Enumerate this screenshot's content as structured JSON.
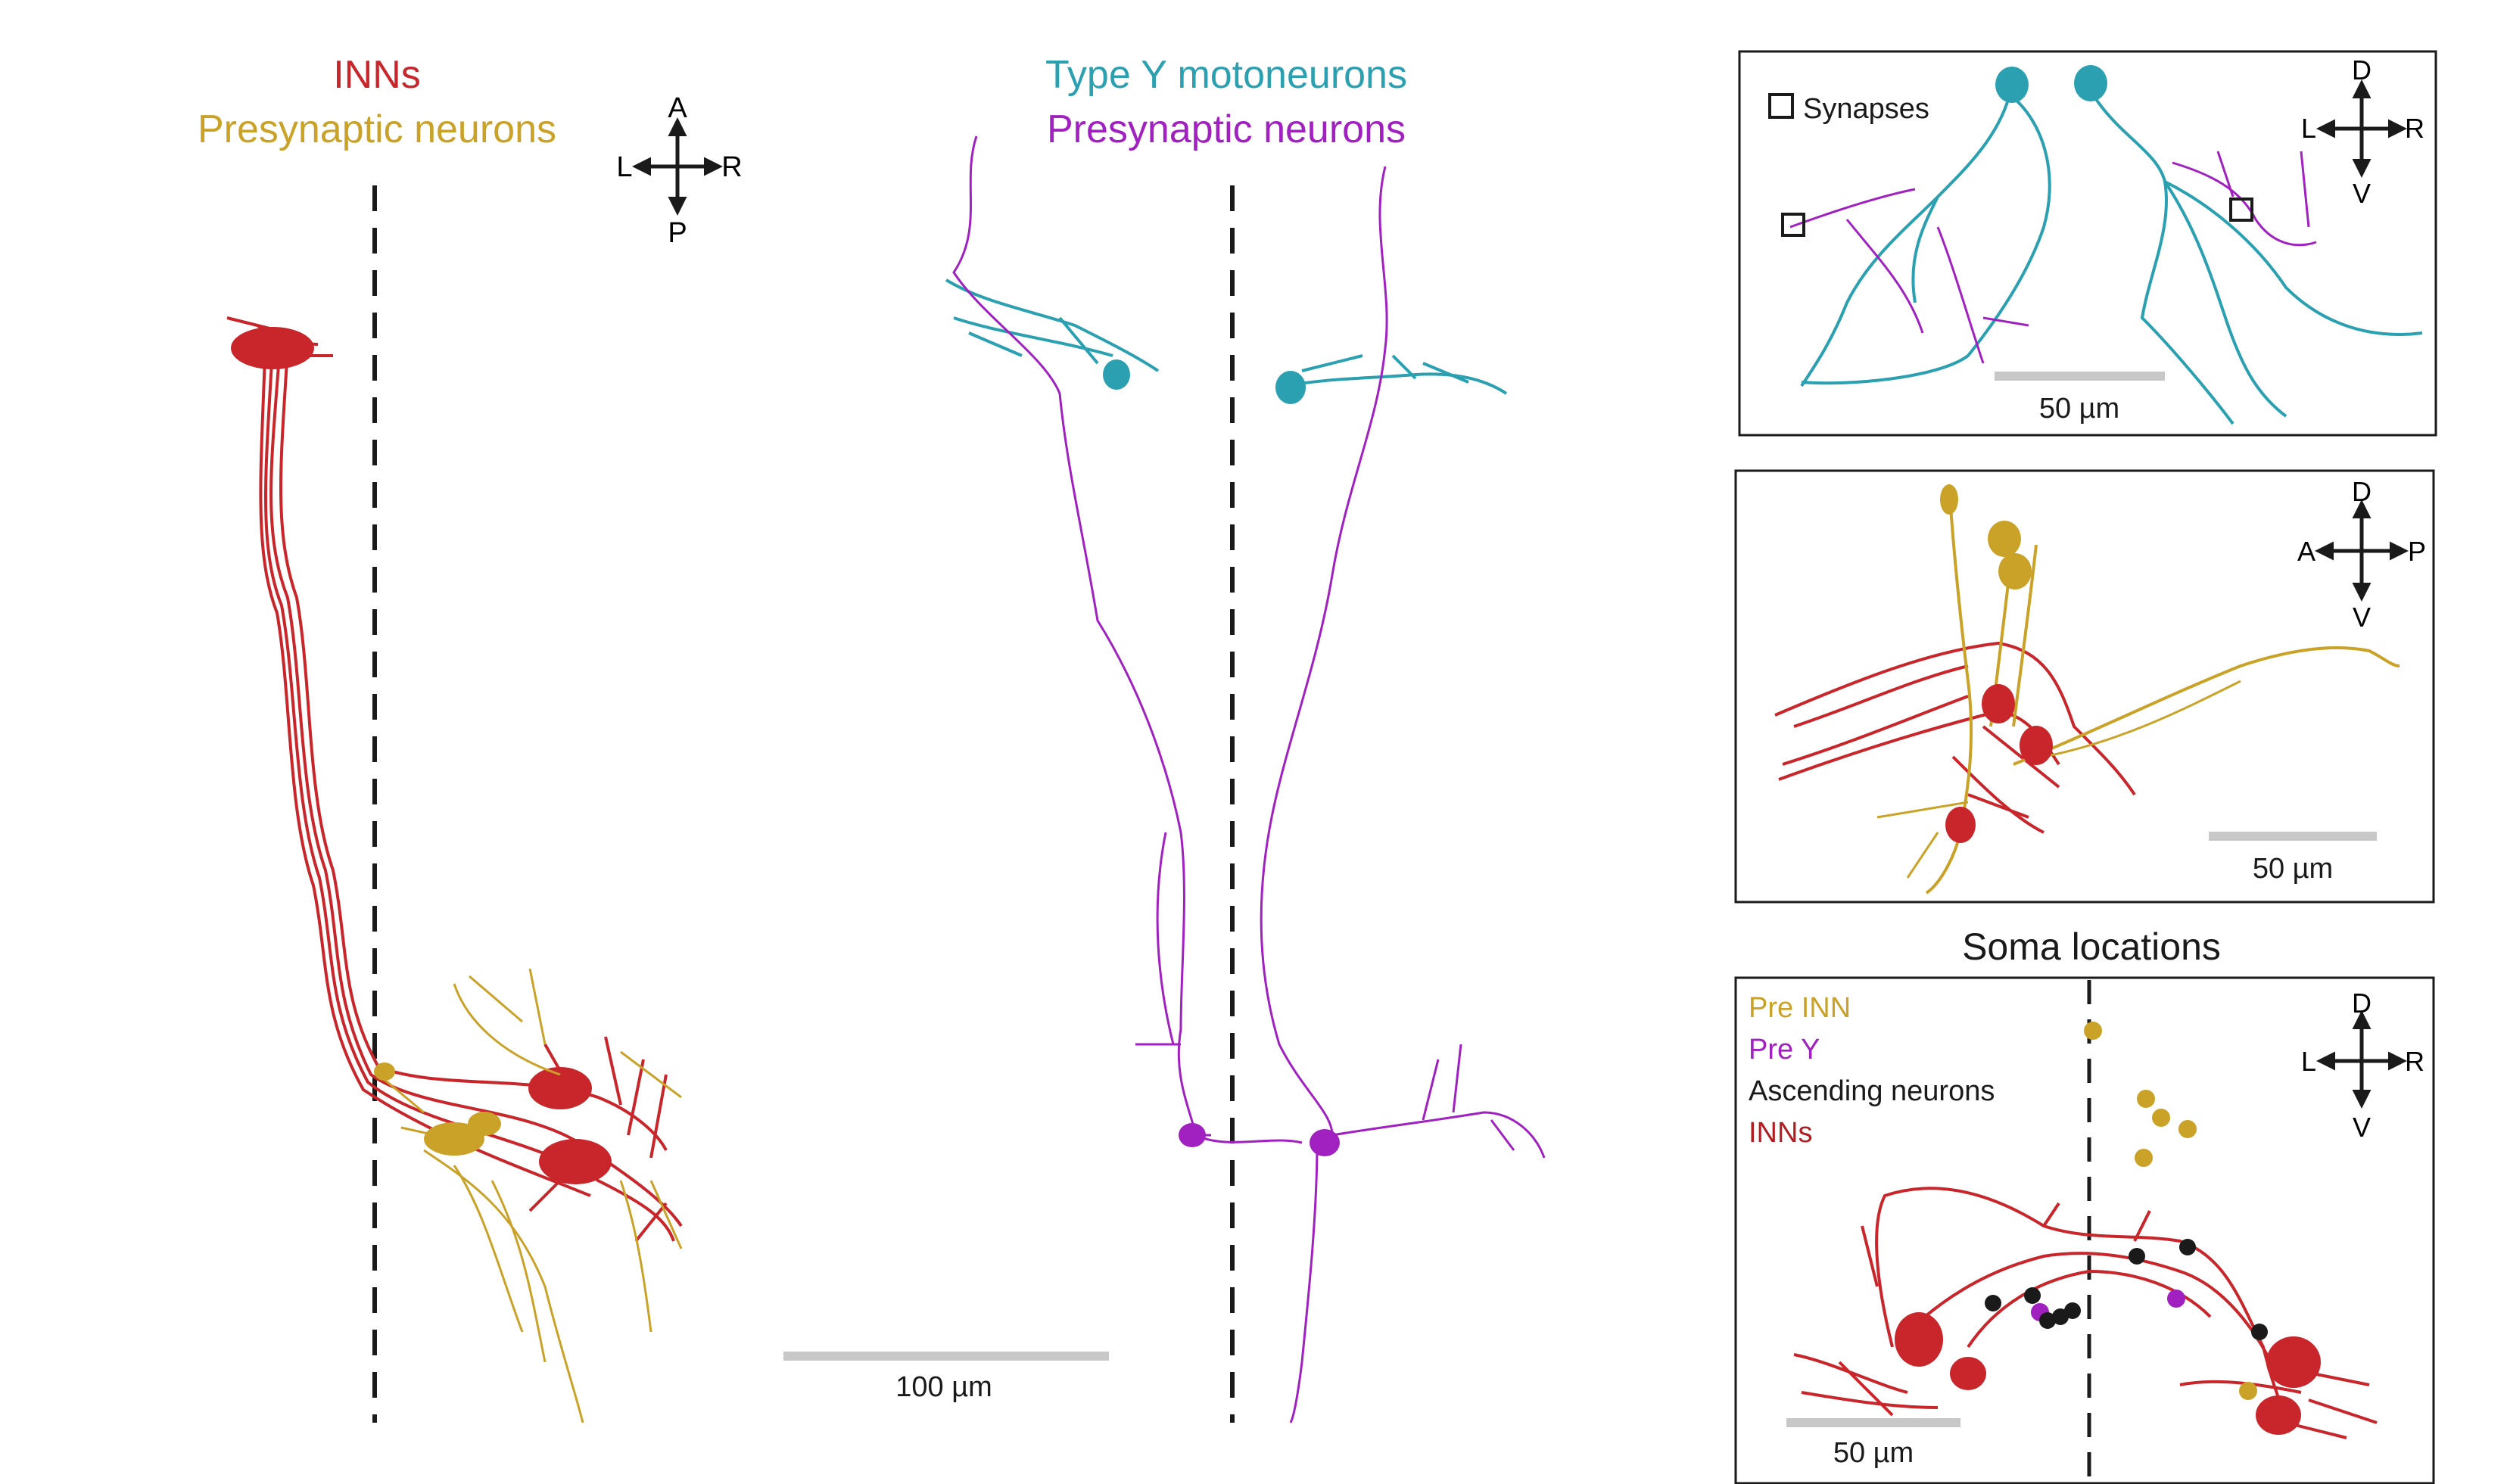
{
  "left_panel": {
    "title_line1": "INNs",
    "title_line2": "Presynaptic neurons",
    "compass": {
      "up": "A",
      "down": "P",
      "left": "L",
      "right": "R"
    }
  },
  "middle_panel": {
    "title_line1": "Type Y motoneurons",
    "title_line2": "Presynaptic neurons",
    "scalebar_label": "100 µm"
  },
  "panel_top_right": {
    "legend_label": "Synapses",
    "compass": {
      "up": "D",
      "down": "V",
      "left": "L",
      "right": "R"
    },
    "scalebar_label": "50 µm"
  },
  "panel_mid_right": {
    "compass": {
      "up": "D",
      "down": "V",
      "left": "A",
      "right": "P"
    },
    "scalebar_label": "50 µm"
  },
  "panel_bottom_right": {
    "heading": "Soma locations",
    "legend": [
      {
        "label": "Pre INN",
        "color": "#c9a227"
      },
      {
        "label": "Pre Y",
        "color": "#a020c0"
      },
      {
        "label": "Ascending neurons",
        "color": "#1a1a1a"
      },
      {
        "label": "INNs",
        "color": "#b01e23"
      }
    ],
    "compass": {
      "up": "D",
      "down": "V",
      "left": "L",
      "right": "R"
    },
    "scalebar_label": "50 µm"
  },
  "colors": {
    "inn_red": "#c8262b",
    "pre_inn_gold": "#c9a227",
    "type_y_teal": "#2aa0b0",
    "pre_y_purple": "#a020c0",
    "ascending_black": "#1a1a1a",
    "scalebar_gray": "#c8c8c8"
  }
}
